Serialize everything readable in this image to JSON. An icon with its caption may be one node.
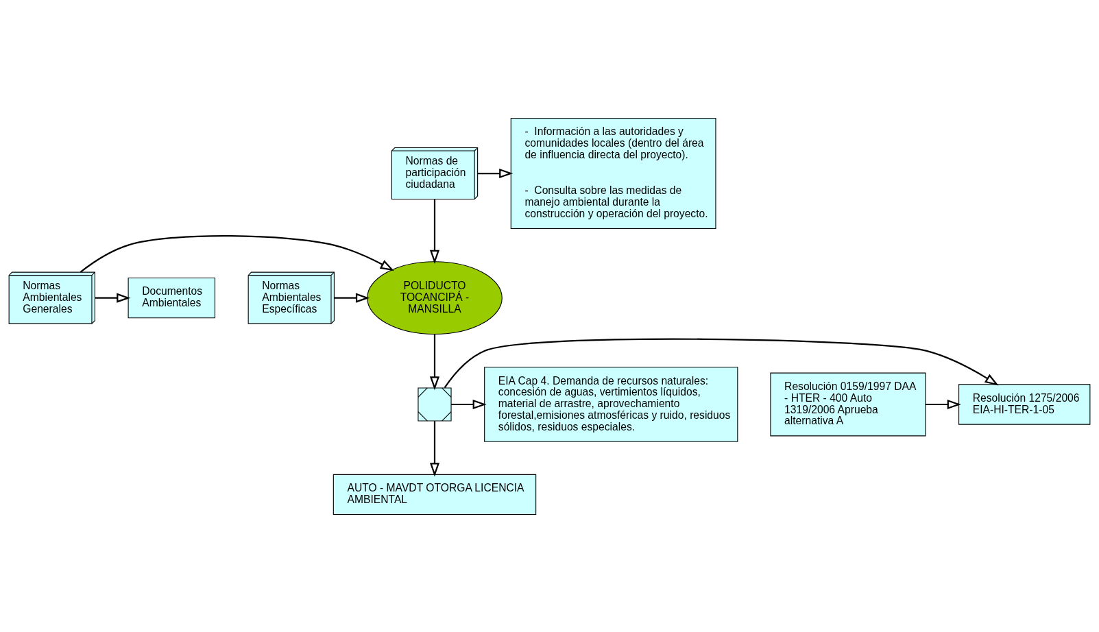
{
  "diagram": {
    "nodes": [
      {
        "text": [
          "Normas de participación ciudadana"
        ]
      },
      {
        "text": [
          "-  Información a las autoridades y comunidades locales (dentro del área de influencia directa del proyecto).",
          "-  Consulta sobre las medidas de manejo ambiental durante la construcción y operación del proyecto."
        ]
      },
      {
        "text": [
          "Documentos Ambientales"
        ]
      },
      {
        "text": [
          "Normas Ambientales Generales"
        ]
      },
      {
        "text": [
          "POLIDUCTO TOCANCIPÁ - MANSILLA"
        ]
      },
      {
        "text": [
          "Normas Ambientales Específicas"
        ]
      },
      {
        "text": [
          "Resolución 0159/1997 DAA - HTER - 400 Auto 1319/2006 Aprueba alternativa A"
        ]
      },
      {
        "text": [
          "Resolución 1275/2006 EIA-HI-TER-1-05"
        ]
      },
      {
        "text": [],
        "shape": "cross"
      },
      {
        "text": [
          "EIA Cap 4. Demanda de recursos naturales: concesión de aguas, vertimientos líquidos, material de arrastre, aprovechamiento forestal,emisiones atmosféricas y ruido, residuos sólidos, residuos especiales."
        ]
      },
      {
        "text": [
          "AUTO - MAVDT OTORGA LICENCIA AMBIENTAL"
        ]
      }
    ],
    "edges": [
      {
        "from": 0,
        "to": 1,
        "arrow": "to"
      },
      {
        "from": 0,
        "to": 4,
        "arrow": "to"
      },
      {
        "from": 3,
        "to": 2,
        "arrow": "to"
      },
      {
        "from": 3,
        "to": 4,
        "arrow": "to"
      },
      {
        "from": 5,
        "to": 4,
        "arrow": "to"
      },
      {
        "from": 6,
        "to": 7,
        "arrow": "to"
      },
      {
        "from": 4,
        "to": 8,
        "arrow": "to"
      },
      {
        "from": 8,
        "to": 7,
        "arrow": "to"
      },
      {
        "from": 8,
        "to": 9,
        "arrow": "to"
      },
      {
        "from": 8,
        "to": 10,
        "arrow": "to"
      }
    ]
  }
}
